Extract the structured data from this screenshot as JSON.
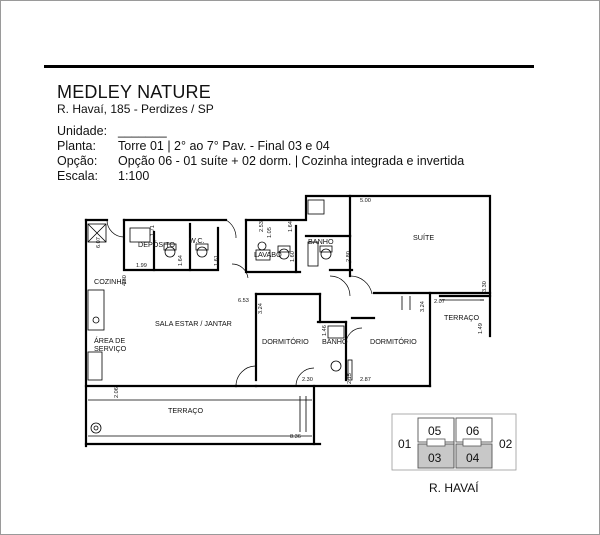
{
  "header": {
    "title": "MEDLEY NATURE",
    "address": "R. Havaí, 185 - Perdizes / SP"
  },
  "specs": [
    {
      "label": "Unidade:",
      "value": "_______"
    },
    {
      "label": "Planta:",
      "value": "Torre 01 | 2° ao 7° Pav. - Final 03 e 04"
    },
    {
      "label": "Opção:",
      "value": "Opção 06 - 01 suíte + 02 dorm. | Cozinha integrada e invertida"
    },
    {
      "label": "Escala:",
      "value": "1:100"
    }
  ],
  "rooms": {
    "deposito": "DEPÓSITO",
    "wc": "W.C.",
    "lavabo": "LAVABO",
    "banho_suite": "BANHO",
    "suite": "SUÍTE",
    "cozinha": "COZINHA",
    "sala": "SALA ESTAR / JANTAR",
    "terraco_suite": "TERRAÇO",
    "area_servico_1": "ÁREA DE",
    "area_servico_2": "SERVIÇO",
    "dormitorio_1": "DORMITÓRIO",
    "banho": "BANHO",
    "dormitorio_2": "DORMITÓRIO",
    "terraco": "TERRAÇO"
  },
  "dimensions": {
    "d1": "6.07",
    "d2": "1.71",
    "d3": "1.99",
    "d4": "1.64",
    "d5": "1.61",
    "d6": "4.30",
    "d7": "1.05",
    "d8": "2.53",
    "d9": "1.64",
    "d10": "1.60",
    "d11": "2.80",
    "d12": "5.00",
    "d13": "2.07",
    "d14": "3.30",
    "d15": "3.24",
    "d16": "1.49",
    "d17": "6.53",
    "d18": "3.24",
    "d19": "1.46",
    "d20": "2.15",
    "d21": "2.30",
    "d22": "2.87",
    "d23": "2.06",
    "d24": "8.36"
  },
  "key_plan": {
    "units_top": [
      "05",
      "06"
    ],
    "units_bottom": [
      "03",
      "04"
    ],
    "side_left": "01",
    "side_right": "02",
    "street": "R. HAVAÍ",
    "highlight_color": "#c8c8c8"
  }
}
